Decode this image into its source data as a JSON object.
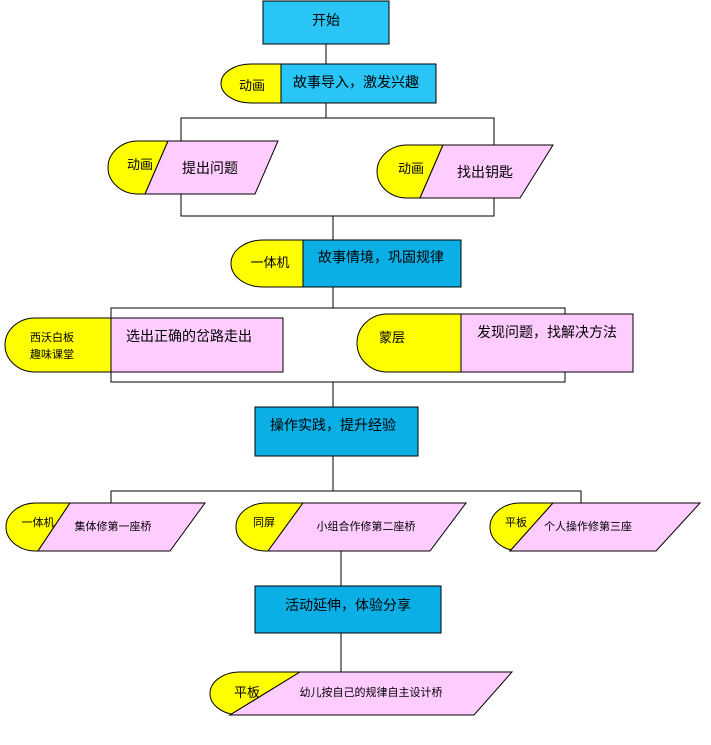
{
  "colors": {
    "blue": "#29C5F6",
    "blue_deep": "#0AAFE5",
    "yellow": "#FFFF00",
    "pink": "#FFCCFF",
    "line": "#000000"
  },
  "nodes": {
    "start": "开始",
    "story_intro": "故事导入，激发兴趣",
    "story_intro_tag": "动画",
    "ask_question": "提出问题",
    "ask_question_tag": "动画",
    "find_key": "找出钥匙",
    "find_key_tag": "动画",
    "story_situation": "故事情境，巩固规律",
    "story_situation_tag": "一体机",
    "choose_path": "选出正确的岔路走出",
    "choose_path_tag_line1": "西沃白板",
    "choose_path_tag_line2": "趣味课堂",
    "find_solve": "发现问题，找解决方法",
    "find_solve_tag": "蒙层",
    "practice": "操作实践，提升经验",
    "bridge1": "集体修第一座桥",
    "bridge1_tag": "一体机",
    "bridge2": "小组合作修第二座桥",
    "bridge2_tag": "同屏",
    "bridge3": "个人操作修第三座",
    "bridge3_tag": "平板",
    "extension": "活动延伸，体验分享",
    "design_bridge": "幼儿按自己的规律自主设计桥",
    "design_bridge_tag": "平板"
  }
}
